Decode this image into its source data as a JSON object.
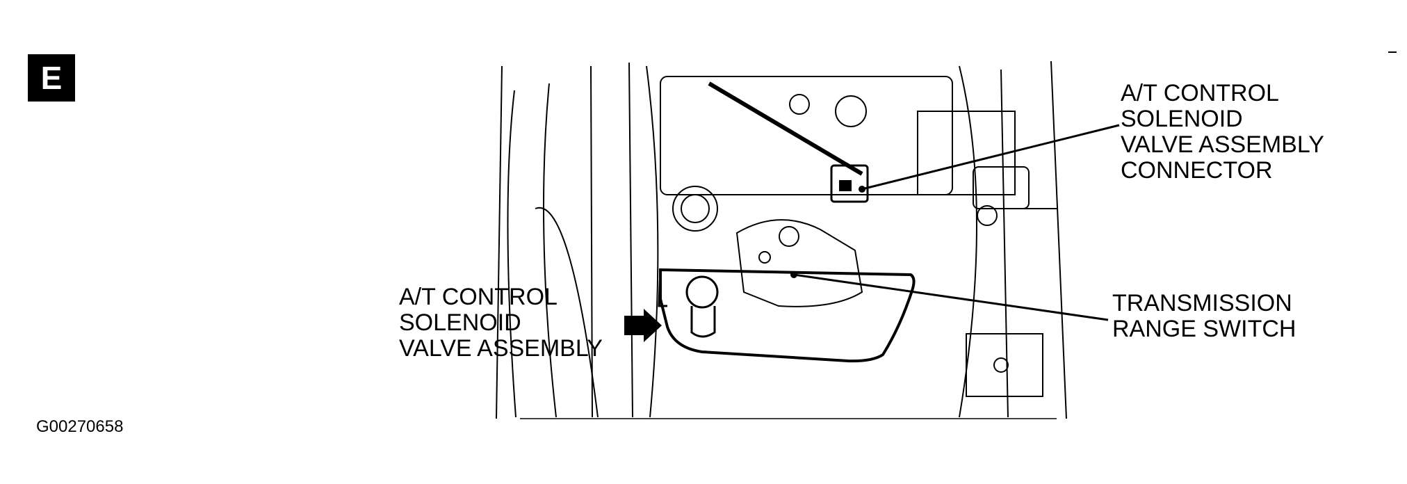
{
  "figure": {
    "badge_letter": "E",
    "figure_code": "G00270658"
  },
  "callouts": {
    "solenoid_connector": "A/T CONTROL\nSOLENOID\nVALVE ASSEMBLY\nCONNECTOR",
    "range_switch": "TRANSMISSION\nRANGE SWITCH",
    "solenoid_assembly": "A/T CONTROL\nSOLENOID\nVALVE ASSEMBLY"
  }
}
